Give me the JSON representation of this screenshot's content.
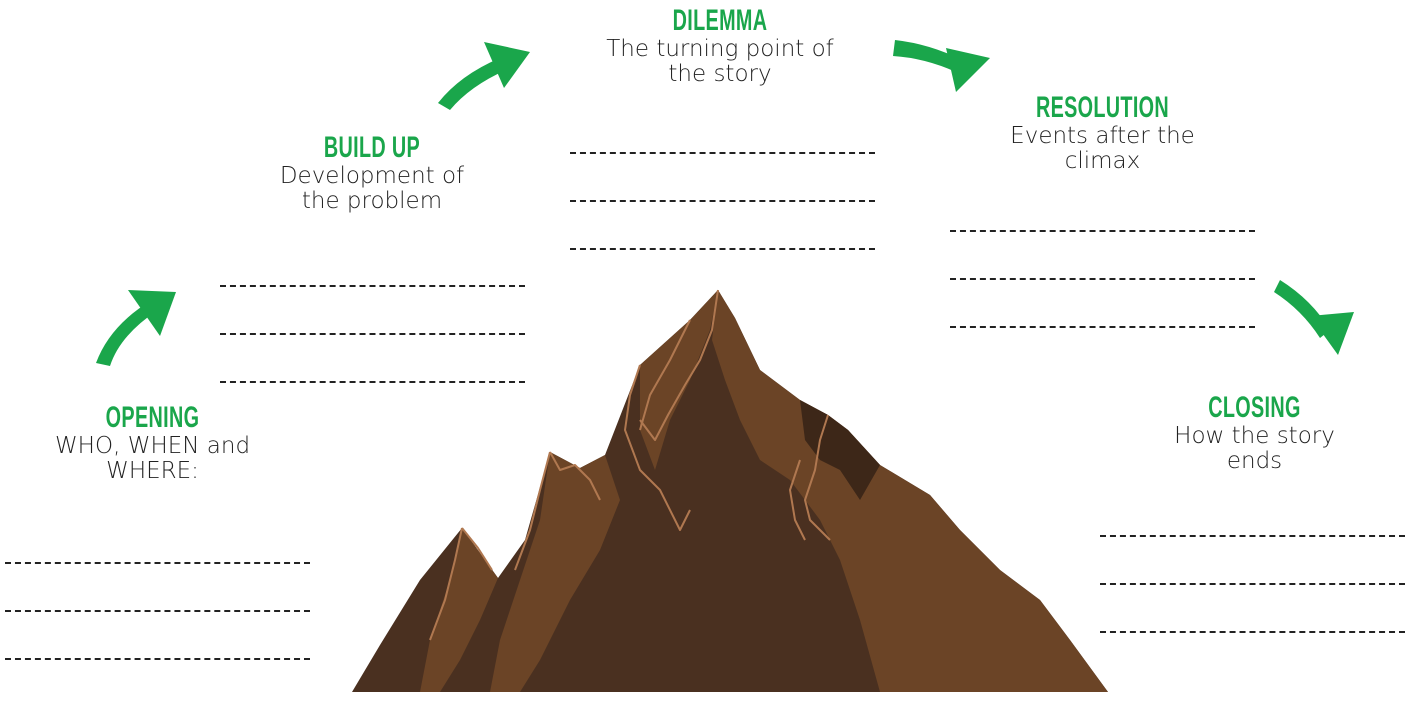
{
  "colors": {
    "heading": "#1aa64b",
    "arrow": "#1aa64b",
    "mountain_dark": "#4a3020",
    "mountain_light": "#6b4426",
    "mountain_outline": "#b07850"
  },
  "sections": {
    "opening": {
      "title": "OPENING",
      "desc_lines": [
        "WHO, WHEN and",
        "WHERE:"
      ]
    },
    "build_up": {
      "title": "BUILD UP",
      "desc_lines": [
        "Development of",
        "the problem"
      ]
    },
    "dilemma": {
      "title": "DILEMMA",
      "desc_lines": [
        "The turning point of",
        "the story"
      ]
    },
    "resolution": {
      "title": "RESOLUTION",
      "desc_lines": [
        "Events after the",
        "climax"
      ]
    },
    "closing": {
      "title": "CLOSING",
      "desc_lines": [
        "How the story",
        "ends"
      ]
    }
  }
}
